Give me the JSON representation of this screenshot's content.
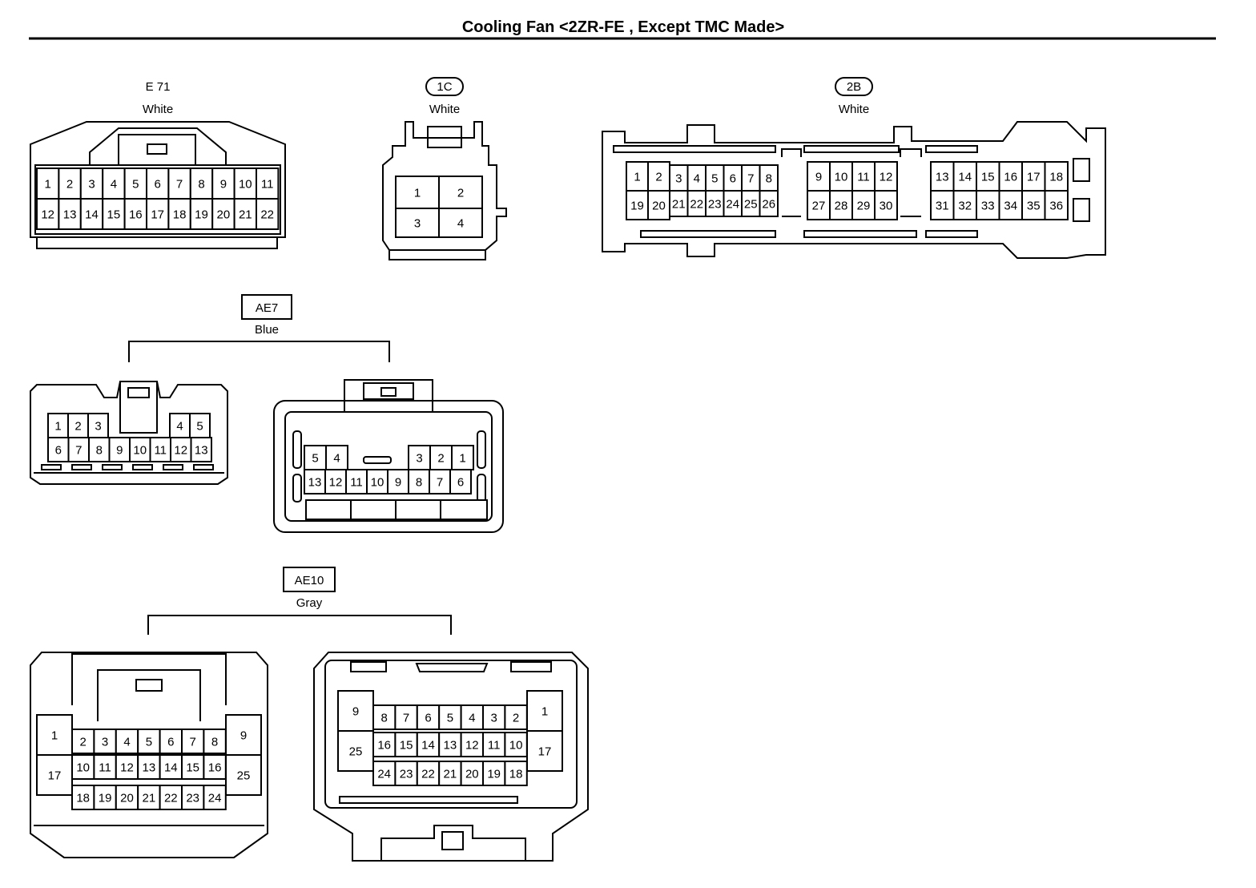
{
  "title": "Cooling Fan <2ZR-FE , Except TMC Made>",
  "connectors": {
    "e71": {
      "code": "E 71",
      "color": "White",
      "row1": [
        "1",
        "2",
        "3",
        "4",
        "5",
        "6",
        "7",
        "8",
        "9",
        "10",
        "11"
      ],
      "row2": [
        "12",
        "13",
        "14",
        "15",
        "16",
        "17",
        "18",
        "19",
        "20",
        "21",
        "22"
      ]
    },
    "c1c": {
      "code": "1C",
      "color": "White",
      "pins": [
        "1",
        "2",
        "3",
        "4"
      ]
    },
    "c2b": {
      "code": "2B",
      "color": "White",
      "g1_top": [
        "1",
        "2"
      ],
      "g1_bot": [
        "19",
        "20"
      ],
      "g2_top": [
        "3",
        "4",
        "5",
        "6",
        "7",
        "8"
      ],
      "g2_bot": [
        "21",
        "22",
        "23",
        "24",
        "25",
        "26"
      ],
      "g3_top": [
        "9",
        "10",
        "11",
        "12"
      ],
      "g3_bot": [
        "27",
        "28",
        "29",
        "30"
      ],
      "g4_top": [
        "13",
        "14",
        "15",
        "16",
        "17",
        "18"
      ],
      "g4_bot": [
        "31",
        "32",
        "33",
        "34",
        "35",
        "36"
      ]
    },
    "ae7": {
      "code": "AE7",
      "color": "Blue",
      "left_top": [
        "1",
        "2",
        "3",
        "4",
        "5"
      ],
      "left_bot": [
        "6",
        "7",
        "8",
        "9",
        "10",
        "11",
        "12",
        "13"
      ],
      "right_top": [
        "5",
        "4",
        "3",
        "2",
        "1"
      ],
      "right_bot": [
        "13",
        "12",
        "11",
        "10",
        "9",
        "8",
        "7",
        "6"
      ]
    },
    "ae10": {
      "code": "AE10",
      "color": "Gray",
      "left_side": [
        "1",
        "17",
        "9",
        "25"
      ],
      "left_r1": [
        "2",
        "3",
        "4",
        "5",
        "6",
        "7",
        "8"
      ],
      "left_r2": [
        "10",
        "11",
        "12",
        "13",
        "14",
        "15",
        "16"
      ],
      "left_r3": [
        "18",
        "19",
        "20",
        "21",
        "22",
        "23",
        "24"
      ],
      "right_side": [
        "9",
        "25",
        "1",
        "17"
      ],
      "right_r1": [
        "8",
        "7",
        "6",
        "5",
        "4",
        "3",
        "2"
      ],
      "right_r2": [
        "16",
        "15",
        "14",
        "13",
        "12",
        "11",
        "10"
      ],
      "right_r3": [
        "24",
        "23",
        "22",
        "21",
        "20",
        "19",
        "18"
      ]
    }
  }
}
